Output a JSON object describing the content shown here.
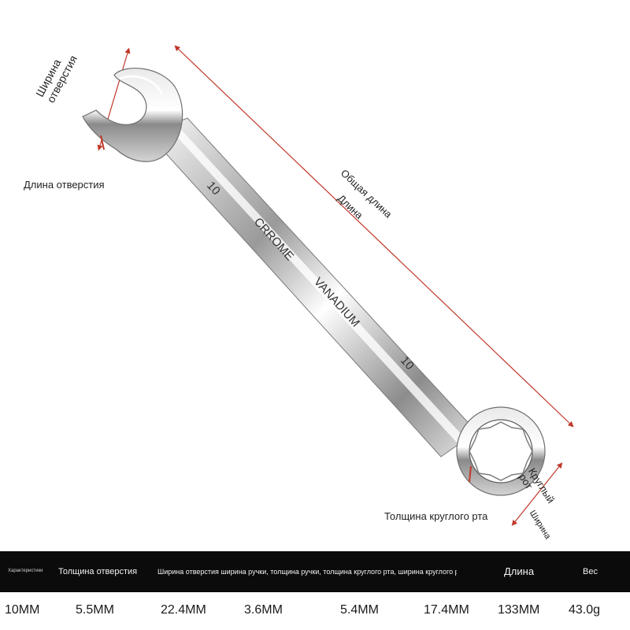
{
  "labels": {
    "opening_width": "Ширина отверстия",
    "opening_length": "Длина отверстия",
    "total_length_1": "Общая длина",
    "total_length_2": "Длина",
    "ring_mouth": "Круглый рот",
    "ring_thickness": "Толщина круглого рта",
    "ring_width": "Ширина"
  },
  "stamps": {
    "size_top": "10",
    "size_bottom": "10",
    "material_1": "CRROME",
    "material_2": "VANADIUM"
  },
  "spec_header": {
    "characteristics": "Характеристики",
    "opening_thickness": "Толщина отверстия",
    "combined": "Ширина отверстия ширина ручки, толщина ручки, толщина круглого рта, ширина круглого рта",
    "length": "Длина",
    "weight": "Вес"
  },
  "spec_values": [
    "10MM",
    "5.5MM",
    "22.4MM",
    "3.6MM",
    "5.4MM",
    "17.4MM",
    "133MM",
    "43.0g"
  ],
  "colors": {
    "arrow": "#c0392b",
    "spec_bar": "#0b0b0b"
  }
}
